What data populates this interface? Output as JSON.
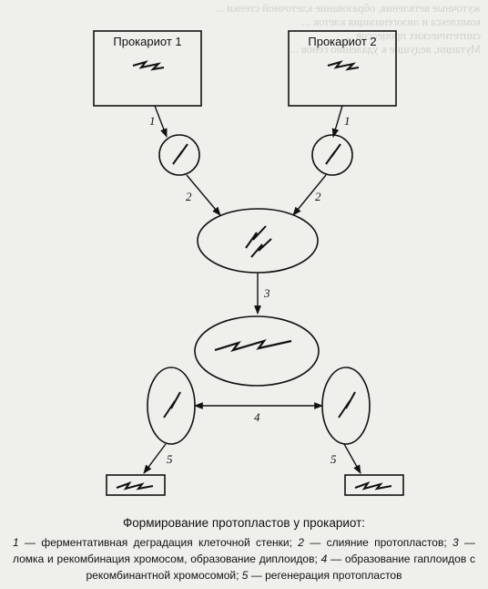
{
  "diagram": {
    "prokaryote_1": "Прокариот 1",
    "prokaryote_2": "Прокариот 2",
    "step_labels": {
      "left_1": "1",
      "right_1": "1",
      "left_2": "2",
      "right_2": "2",
      "middle_3": "3",
      "bottom_4": "4",
      "left_5": "5",
      "right_5": "5"
    }
  },
  "caption": {
    "title": "Формирование протопластов у прокариот:",
    "legend": [
      {
        "num": "1",
        "text": " — ферментативная деградация клеточной стенки; "
      },
      {
        "num": "2",
        "text": " — слияние протопластов; "
      },
      {
        "num": "3",
        "text": " — ломка и рекомбинация хромосом, образование диплоидов; "
      },
      {
        "num": "4",
        "text": " — образование гаплоидов с рекомбинантной хромосомой; "
      },
      {
        "num": "5",
        "text": " — регенерация протопластов"
      }
    ]
  },
  "bleed_through": [
    "жуточные ветвления, образование клеточной стенки ...",
    "комплекса и лизогенизация клеток ...",
    "синтетических процессов ...",
    "Мутации, ведущие к удалению генов ..."
  ]
}
